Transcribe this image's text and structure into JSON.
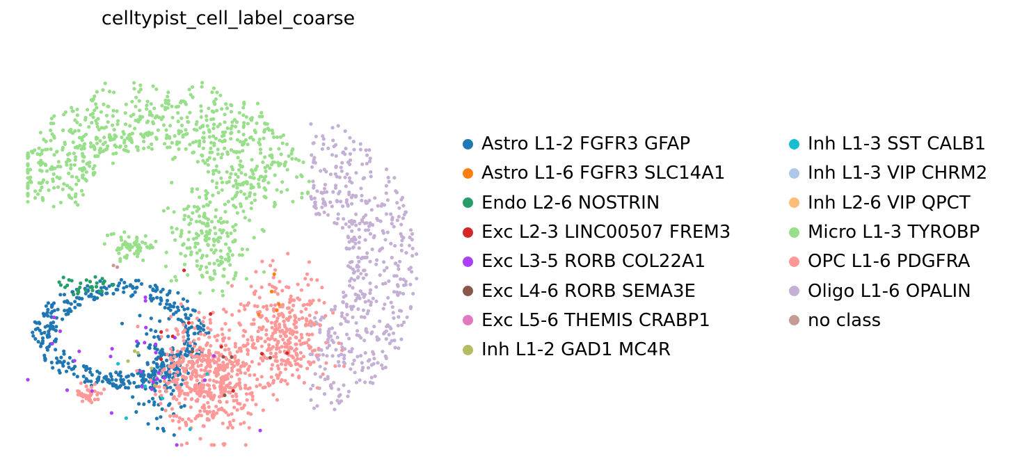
{
  "chart_data": {
    "type": "scatter",
    "title": "celltypist_cell_label_coarse",
    "xlabel": "",
    "ylabel": "",
    "axes_visible": false,
    "grid": false,
    "legend_placement": "right",
    "categories": [
      {
        "name": "Astro L1-2 FGFR3 GFAP",
        "color": "#1f77b4"
      },
      {
        "name": "Astro L1-6 FGFR3 SLC14A1",
        "color": "#ff7f0e"
      },
      {
        "name": "Endo L2-6 NOSTRIN",
        "color": "#279e68"
      },
      {
        "name": "Exc L2-3 LINC00507 FREM3",
        "color": "#d62728"
      },
      {
        "name": "Exc L3-5 RORB COL22A1",
        "color": "#aa40fc"
      },
      {
        "name": "Exc L4-6 RORB SEMA3E",
        "color": "#8c564b"
      },
      {
        "name": "Exc L5-6 THEMIS CRABP1",
        "color": "#e377c2"
      },
      {
        "name": "Inh L1-2 GAD1 MC4R",
        "color": "#b5bd61"
      },
      {
        "name": "Inh L1-3 SST CALB1",
        "color": "#17becf"
      },
      {
        "name": "Inh L1-3 VIP CHRM2",
        "color": "#aec7e8"
      },
      {
        "name": "Inh L2-6 VIP QPCT",
        "color": "#ffbb78"
      },
      {
        "name": "Micro L1-3 TYROBP",
        "color": "#98df8a"
      },
      {
        "name": "OPC L1-6 PDGFRA",
        "color": "#ff9896"
      },
      {
        "name": "Oligo L1-6 OPALIN",
        "color": "#c5b0d5"
      },
      {
        "name": "no class",
        "color": "#c49c94"
      }
    ],
    "clusters": [
      {
        "category": "Micro L1-3 TYROBP",
        "count": 700,
        "shape": "arc",
        "cx": 0.32,
        "cy": 0.23,
        "rx": 0.28,
        "ry": 0.2,
        "thickness": 0.1
      },
      {
        "category": "Micro L1-3 TYROBP",
        "count": 200,
        "shape": "blob",
        "cx": 0.45,
        "cy": 0.47,
        "rx": 0.09,
        "ry": 0.14
      },
      {
        "category": "Micro L1-3 TYROBP",
        "count": 60,
        "shape": "blob",
        "cx": 0.26,
        "cy": 0.5,
        "rx": 0.06,
        "ry": 0.03
      },
      {
        "category": "Oligo L1-6 OPALIN",
        "count": 520,
        "shape": "arc",
        "cx": 0.8,
        "cy": 0.55,
        "rx": 0.2,
        "ry": 0.25,
        "thickness": 0.12
      },
      {
        "category": "Astro L1-2 FGFR3 GFAP",
        "count": 380,
        "shape": "ring",
        "cx": 0.23,
        "cy": 0.72,
        "rx": 0.19,
        "ry": 0.12
      },
      {
        "category": "Astro L1-2 FGFR3 GFAP",
        "count": 140,
        "shape": "blob",
        "cx": 0.33,
        "cy": 0.82,
        "rx": 0.06,
        "ry": 0.12
      },
      {
        "category": "OPC L1-6 PDGFRA",
        "count": 520,
        "shape": "blob",
        "cx": 0.45,
        "cy": 0.83,
        "rx": 0.12,
        "ry": 0.14
      },
      {
        "category": "OPC L1-6 PDGFRA",
        "count": 320,
        "shape": "blob",
        "cx": 0.64,
        "cy": 0.72,
        "rx": 0.1,
        "ry": 0.14
      },
      {
        "category": "OPC L1-6 PDGFRA",
        "count": 40,
        "shape": "blob",
        "cx": 0.15,
        "cy": 0.87,
        "rx": 0.03,
        "ry": 0.025
      },
      {
        "category": "Endo L2-6 NOSTRIN",
        "count": 30,
        "shape": "blob",
        "cx": 0.15,
        "cy": 0.6,
        "rx": 0.08,
        "ry": 0.03
      },
      {
        "category": "Exc L3-5 RORB COL22A1",
        "count": 30,
        "shape": "blob",
        "cx": 0.25,
        "cy": 0.8,
        "rx": 0.18,
        "ry": 0.15
      },
      {
        "category": "Exc L2-3 LINC00507 FREM3",
        "count": 10,
        "shape": "blob",
        "cx": 0.45,
        "cy": 0.75,
        "rx": 0.2,
        "ry": 0.15
      },
      {
        "category": "Astro L1-6 FGFR3 SLC14A1",
        "count": 5,
        "shape": "blob",
        "cx": 0.6,
        "cy": 0.65,
        "rx": 0.05,
        "ry": 0.1
      },
      {
        "category": "Inh L1-3 SST CALB1",
        "count": 6,
        "shape": "blob",
        "cx": 0.3,
        "cy": 0.85,
        "rx": 0.15,
        "ry": 0.1
      },
      {
        "category": "Exc L4-6 RORB SEMA3E",
        "count": 5,
        "shape": "blob",
        "cx": 0.45,
        "cy": 0.82,
        "rx": 0.15,
        "ry": 0.1
      },
      {
        "category": "Inh L1-2 GAD1 MC4R",
        "count": 5,
        "shape": "blob",
        "cx": 0.28,
        "cy": 0.78,
        "rx": 0.1,
        "ry": 0.05
      },
      {
        "category": "no class",
        "count": 2,
        "shape": "blob",
        "cx": 0.22,
        "cy": 0.55,
        "rx": 0.02,
        "ry": 0.02
      }
    ]
  }
}
